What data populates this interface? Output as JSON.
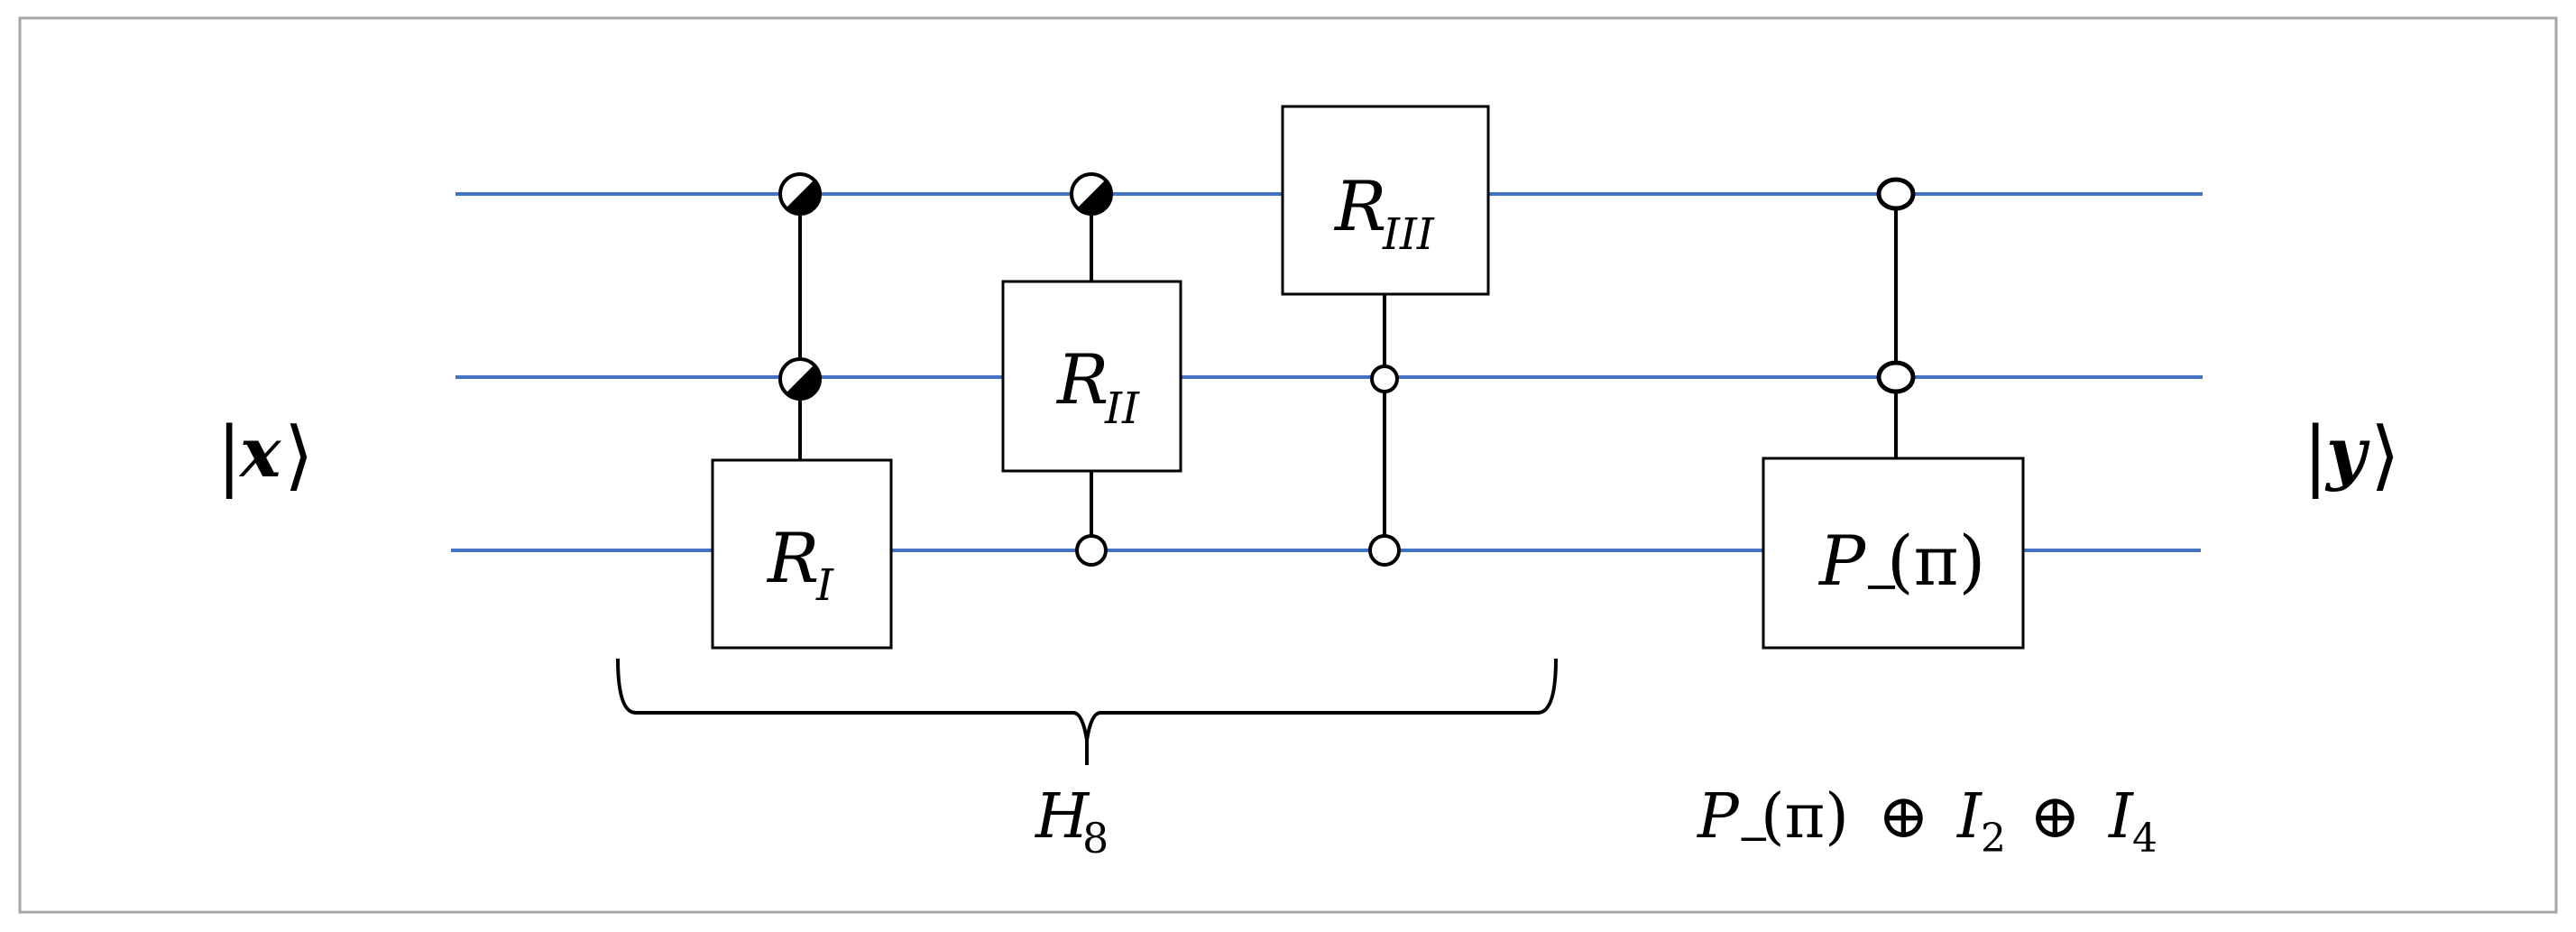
{
  "colors": {
    "wire": "#4472C4",
    "frame": "#a6a6a6",
    "ink": "#000000"
  },
  "input_label": {
    "bar": "|",
    "var": "x",
    "angle": "⟩"
  },
  "output_label": {
    "bar": "|",
    "var": "y",
    "angle": "⟩"
  },
  "gates": {
    "r1": {
      "base": "R",
      "sub": "I"
    },
    "r2": {
      "base": "R",
      "sub": "II"
    },
    "r3": {
      "base": "R",
      "sub": "III"
    },
    "pminus": {
      "base": "P",
      "sub": "−",
      "arg": "(π)"
    }
  },
  "brace_label": {
    "base": "H",
    "sub": "8"
  },
  "sum_label": {
    "p_base": "P",
    "p_sub": "−",
    "p_arg": "(π)",
    "oplus1": "⊕",
    "i2_base": "I",
    "i2_sub": "2",
    "oplus2": "⊕",
    "i4_base": "I",
    "i4_sub": "4"
  },
  "controls": {
    "r1": [
      "half-filled",
      "half-filled"
    ],
    "r2": [
      "half-filled",
      "open"
    ],
    "r3": [
      "open",
      "open"
    ],
    "pminus": [
      "open",
      "open"
    ]
  }
}
